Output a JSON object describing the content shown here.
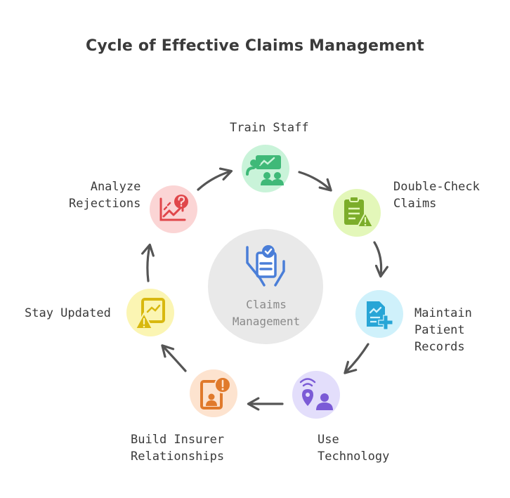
{
  "title": "Cycle of Effective Claims Management",
  "center": {
    "label": "Claims\nManagement",
    "icon": "clipboard-check-hand-icon",
    "fill": "#e9e9e9",
    "icon_color": "#4a7ed8"
  },
  "steps": [
    {
      "id": "train-staff",
      "label": "Train Staff",
      "icon": "presentation-icon",
      "fill": "#c9f3d9",
      "icon_color": "#3fb978"
    },
    {
      "id": "double-check-claims",
      "label": "Double-Check\nClaims",
      "icon": "clipboard-warning-icon",
      "fill": "#e3f7b9",
      "icon_color": "#7cad2a"
    },
    {
      "id": "maintain-patient-records",
      "label": "Maintain\nPatient\nRecords",
      "icon": "document-add-icon",
      "fill": "#cff1fb",
      "icon_color": "#27a5d6"
    },
    {
      "id": "use-technology",
      "label": "Use\nTechnology",
      "icon": "location-user-icon",
      "fill": "#e3defb",
      "icon_color": "#7b5bd6"
    },
    {
      "id": "build-insurer-relationships",
      "label": "Build Insurer\nRelationships",
      "icon": "contact-alert-icon",
      "fill": "#fde3cf",
      "icon_color": "#e07a2c"
    },
    {
      "id": "stay-updated",
      "label": "Stay Updated",
      "icon": "chart-warning-icon",
      "fill": "#fbf5b3",
      "icon_color": "#d8b80f"
    },
    {
      "id": "analyze-rejections",
      "label": "Analyze\nRejections",
      "icon": "chart-question-icon",
      "fill": "#fbd5d5",
      "icon_color": "#e0464a"
    }
  ],
  "arrow_color": "#555555"
}
